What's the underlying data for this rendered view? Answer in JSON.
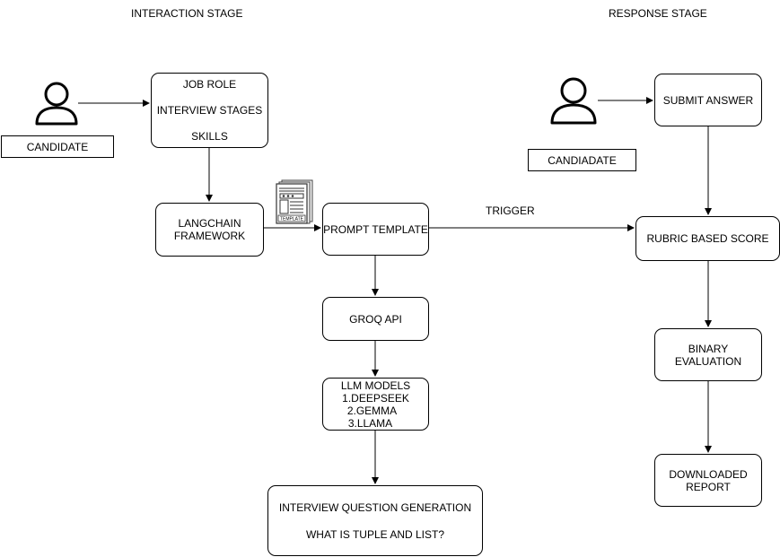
{
  "headings": {
    "interaction_stage": "INTERACTION STAGE",
    "response_stage": "RESPONSE STAGE"
  },
  "actors": {
    "candidate_left": "CANDIDATE",
    "candidate_right": "CANDIADATE"
  },
  "nodes": {
    "inputs": [
      "JOB ROLE",
      "INTERVIEW STAGES",
      "SKILLS"
    ],
    "langchain": [
      "LANGCHAIN",
      "FRAMEWORK"
    ],
    "prompt_template": "PROMPT TEMPLATE",
    "groq_api": "GROQ API",
    "llm_models": [
      "LLM MODELS",
      "1.DEEPSEEK",
      "2.GEMMA",
      "3.LLAMA"
    ],
    "question_generation": [
      "INTERVIEW QUESTION GENERATION",
      "WHAT IS TUPLE AND LIST?"
    ],
    "submit_answer": "SUBMIT ANSWER",
    "rubric_score": "RUBRIC BASED SCORE",
    "binary_evaluation": [
      "BINARY",
      "EVALUATION"
    ],
    "downloaded_report": [
      "DOWNLOADED",
      "REPORT"
    ]
  },
  "edges": {
    "trigger_label": "TRIGGER"
  },
  "icons": {
    "actor": "person-icon",
    "template": "template-document-icon",
    "template_caption": "TEMPLATE"
  },
  "colors": {
    "stroke": "#000000",
    "background": "#ffffff"
  }
}
